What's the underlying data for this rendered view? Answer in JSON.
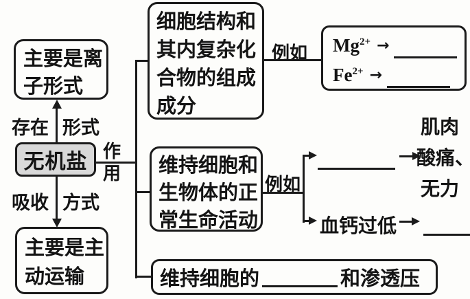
{
  "colors": {
    "bg": "#fdfdfb",
    "line": "#1b1b1b",
    "salt_box_bg": "#d9d9d9",
    "text": "#141414"
  },
  "root": {
    "label": "无机盐"
  },
  "existence": {
    "left_label": "存在",
    "right_label": "形式",
    "box_lines": [
      "主要是离",
      "子形式"
    ]
  },
  "absorption": {
    "left_label": "吸收",
    "right_label": "方式",
    "box_lines": [
      "主要是主",
      "动运输"
    ]
  },
  "function_label": {
    "chars": [
      "作",
      "用"
    ]
  },
  "composition_branch": {
    "box_lines": [
      "细胞结构和",
      "其内复杂化",
      "合物的组成",
      "成分"
    ],
    "connector_label": "例如",
    "arrow_char": "→",
    "ion_examples": [
      {
        "ion": "Mg",
        "charge": "2+"
      },
      {
        "ion": "Fe",
        "charge": "2+"
      }
    ]
  },
  "life_activity_branch": {
    "box_lines": [
      "维持细胞和",
      "生物体的正",
      "常生命活动"
    ],
    "connector_label": "例如",
    "case_deficiency": {
      "result_lines": [
        "肌肉",
        "酸痛、",
        "无力"
      ]
    },
    "case_low_calcium": {
      "label": "血钙过低"
    }
  },
  "osmotic_branch": {
    "text_before_blank": "维持细胞的",
    "text_after_blank": "和渗透压"
  }
}
